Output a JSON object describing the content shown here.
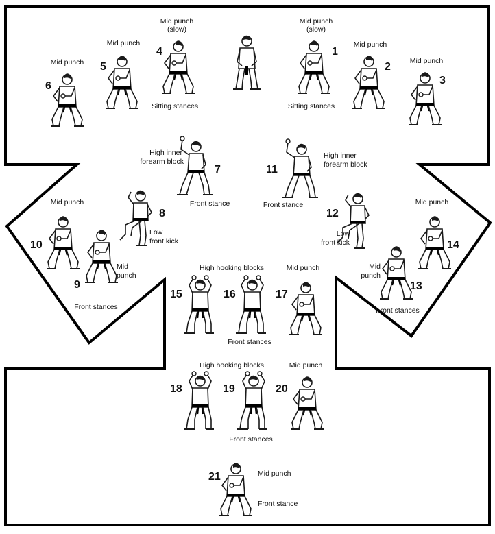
{
  "diagram": {
    "colors": {
      "outline": "#000000",
      "figure": "#1a1a1a",
      "belt": "#000000",
      "background": "#ffffff"
    },
    "labels": {
      "midpunch_slow_left": [
        "Mid punch",
        "(slow)"
      ],
      "midpunch_slow_right": [
        "Mid punch",
        "(slow)"
      ],
      "midpunch_5": "Mid punch",
      "midpunch_6": "Mid punch",
      "midpunch_2": "Mid punch",
      "midpunch_3": "Mid punch",
      "sitting_left": "Sitting stances",
      "sitting_right": "Sitting stances",
      "block_7": [
        "High inner",
        "forearm block"
      ],
      "block_11": [
        "High inner",
        "forearm block"
      ],
      "front_7": "Front stance",
      "front_11": "Front stance",
      "kick_8": [
        "Low",
        "front kick"
      ],
      "kick_12": [
        "Low",
        "front kick"
      ],
      "midpunch_10": "Mid punch",
      "midpunch_14": "Mid punch",
      "mid_9": [
        "Mid",
        "punch"
      ],
      "mid_13": [
        "Mid",
        "punch"
      ],
      "front_9_10": "Front stances",
      "front_13_14": "Front stances",
      "hooking_15_16": "High hooking blocks",
      "midpunch_17": "Mid punch",
      "front_15_17": "Front stances",
      "hooking_18_19": "High hooking blocks",
      "midpunch_20": "Mid punch",
      "front_18_20": "Front stances",
      "midpunch_21": "Mid punch",
      "front_21": "Front stance"
    },
    "moves": [
      {
        "num": "1",
        "icon": "karate-figure-midpunch-icon"
      },
      {
        "num": "2",
        "icon": "karate-figure-midpunch-icon"
      },
      {
        "num": "3",
        "icon": "karate-figure-midpunch-icon"
      },
      {
        "num": "4",
        "icon": "karate-figure-midpunch-icon"
      },
      {
        "num": "5",
        "icon": "karate-figure-midpunch-icon"
      },
      {
        "num": "6",
        "icon": "karate-figure-midpunch-icon"
      },
      {
        "num": "7",
        "icon": "karate-figure-block-icon"
      },
      {
        "num": "8",
        "icon": "karate-figure-kick-icon"
      },
      {
        "num": "9",
        "icon": "karate-figure-midpunch-icon"
      },
      {
        "num": "10",
        "icon": "karate-figure-midpunch-icon"
      },
      {
        "num": "11",
        "icon": "karate-figure-block-icon"
      },
      {
        "num": "12",
        "icon": "karate-figure-kick-icon"
      },
      {
        "num": "13",
        "icon": "karate-figure-midpunch-icon"
      },
      {
        "num": "14",
        "icon": "karate-figure-midpunch-icon"
      },
      {
        "num": "15",
        "icon": "karate-figure-hooking-block-icon"
      },
      {
        "num": "16",
        "icon": "karate-figure-hooking-block-icon"
      },
      {
        "num": "17",
        "icon": "karate-figure-midpunch-icon"
      },
      {
        "num": "18",
        "icon": "karate-figure-hooking-block-icon"
      },
      {
        "num": "19",
        "icon": "karate-figure-hooking-block-icon"
      },
      {
        "num": "20",
        "icon": "karate-figure-midpunch-icon"
      },
      {
        "num": "21",
        "icon": "karate-figure-midpunch-icon"
      }
    ],
    "start_figure_icon": "karate-figure-ready-stance-icon"
  }
}
